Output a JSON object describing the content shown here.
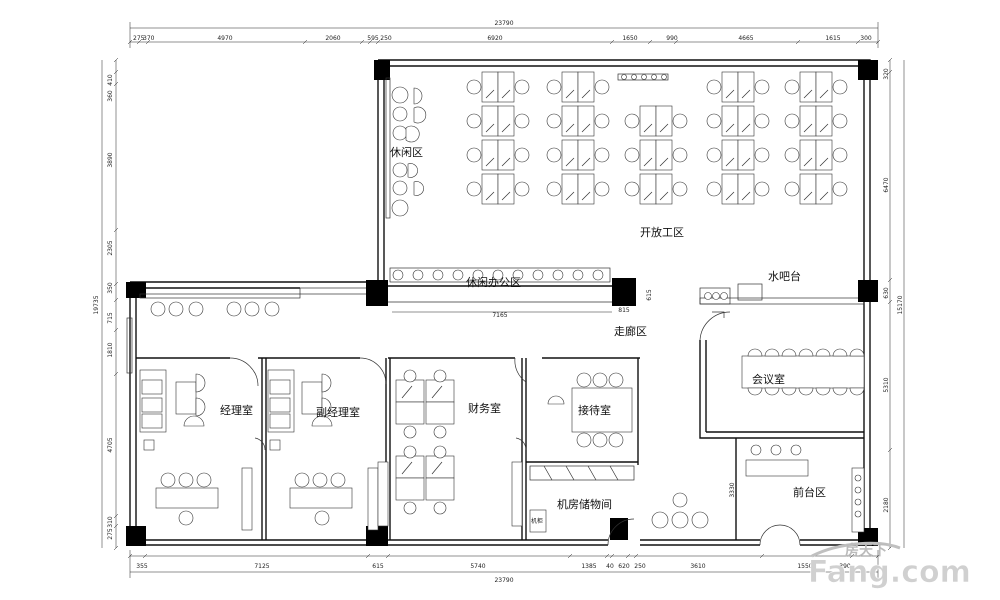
{
  "rooms": {
    "leisure_area": "休闲区",
    "open_work_area": "开放工区",
    "leisure_office_area": "休闲办公区",
    "water_bar": "水吧台",
    "corridor": "走廊区",
    "meeting_room": "会议室",
    "manager_office": "经理室",
    "deputy_manager_office": "副经理室",
    "finance_room": "财务室",
    "reception_room": "接待室",
    "server_storage": "机房储物间",
    "front_desk": "前台区",
    "machine_label": "机柜"
  },
  "dimensions": {
    "top_total": "23790",
    "top_segments": [
      "275",
      "370",
      "4970",
      "2060",
      "595",
      "250",
      "6920",
      "1650",
      "990",
      "4665",
      "1615",
      "300"
    ],
    "bottom_total": "23790",
    "bottom_segments": [
      "355",
      "7125",
      "615",
      "5740",
      "1385",
      "40",
      "620",
      "250",
      "3610",
      "1550",
      "390"
    ],
    "left_segments": [
      "410",
      "360",
      "3890",
      "2305",
      "350",
      "715",
      "1810",
      "4705",
      "310",
      "275"
    ],
    "left_total": "19735",
    "right_segments": [
      "320",
      "6470",
      "630",
      "5310",
      "2180"
    ],
    "right_total": "15170",
    "inner": [
      "7165",
      "815",
      "615",
      "3330"
    ]
  },
  "watermark": {
    "logo_top": "房天下",
    "logo_main": "Fang.com"
  }
}
